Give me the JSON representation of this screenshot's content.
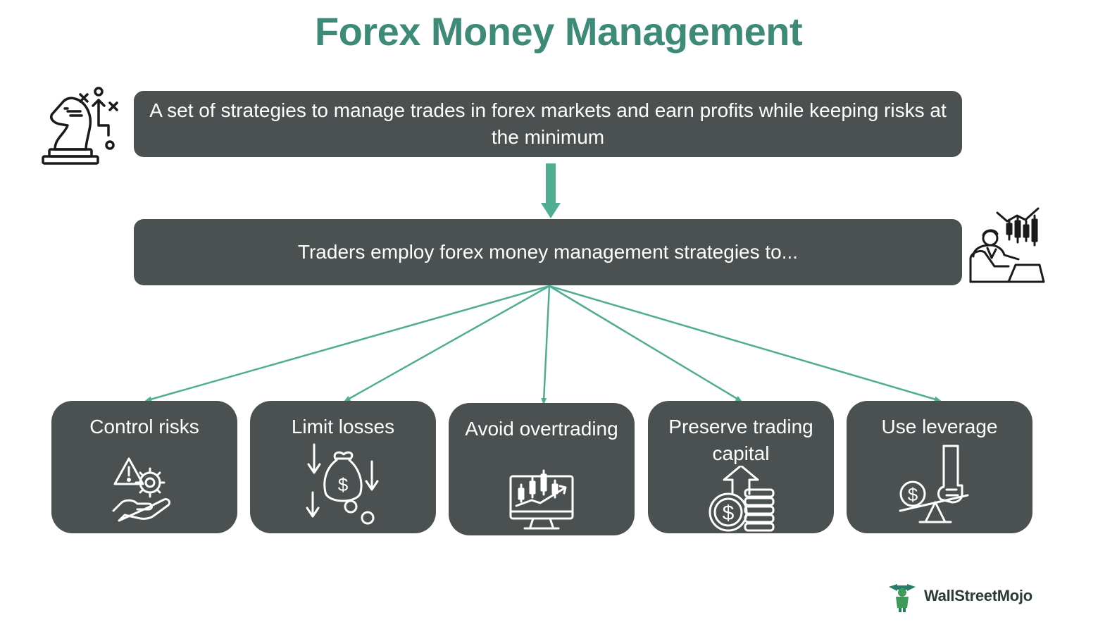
{
  "title": "Forex Money Management",
  "definition": "A set of strategies to manage trades in forex markets and earn profits while keeping risks at the minimum",
  "intro": "Traders employ forex money management strategies to...",
  "goals": [
    {
      "label": "Control risks",
      "icon": "risk-hand-gear-icon"
    },
    {
      "label": "Limit losses",
      "icon": "money-bag-down-arrows-icon"
    },
    {
      "label": "Avoid overtrading",
      "icon": "candlestick-monitor-icon"
    },
    {
      "label": "Preserve trading capital",
      "icon": "coins-up-arrow-icon"
    },
    {
      "label": "Use leverage",
      "icon": "hand-lever-coin-icon"
    }
  ],
  "brand": {
    "name": "WallStreetMojo"
  },
  "colors": {
    "title": "#3d8a78",
    "box": "#4b5050",
    "arrow": "#4fae92",
    "text": "#ffffff"
  },
  "icons": {
    "strategy": "chess-knight-strategy-icon",
    "trader": "trader-chart-laptop-icon",
    "logo": "wallstreetmojo-logo-icon"
  }
}
